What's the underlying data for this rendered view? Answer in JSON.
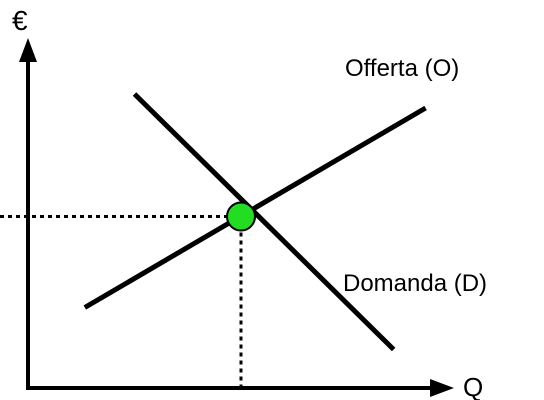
{
  "chart_data": {
    "type": "line",
    "axis_labels": {
      "y": "€",
      "x": "Q"
    },
    "series": [
      {
        "name": "Offerta (O)",
        "role": "supply",
        "x": [
          1.6,
          11.2
        ],
        "y": [
          2.3,
          8.0
        ]
      },
      {
        "name": "Domanda (D)",
        "role": "demand",
        "x": [
          3.0,
          10.3
        ],
        "y": [
          8.4,
          1.1
        ]
      }
    ],
    "equilibrium": {
      "x": 6.0,
      "y": 4.9,
      "color": "#22dd22"
    },
    "xlim": [
      0,
      12
    ],
    "ylim": [
      0,
      10
    ],
    "grid": false
  }
}
